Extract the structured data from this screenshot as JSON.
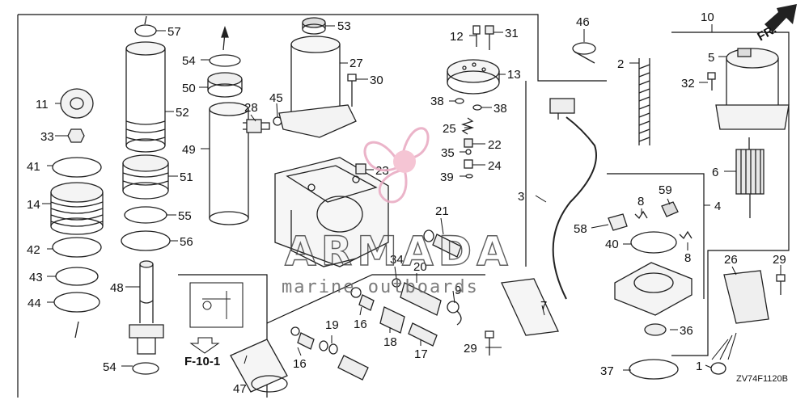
{
  "diagram": {
    "code": "ZV74F1120B",
    "direction_label": "FR.",
    "reference": "F-10-1"
  },
  "watermark": {
    "brand": "ARMADA",
    "sub": "marine outboards"
  },
  "callouts": {
    "c1": "1",
    "c2": "2",
    "c3": "3",
    "c4": "4",
    "c5": "5",
    "c6": "6",
    "c7": "7",
    "c8a": "8",
    "c8b": "8",
    "c9": "9",
    "c10": "10",
    "c11": "11",
    "c12": "12",
    "c13": "13",
    "c14": "14",
    "c16a": "16",
    "c16b": "16",
    "c17": "17",
    "c18": "18",
    "c19": "19",
    "c20": "20",
    "c21": "21",
    "c22": "22",
    "c23": "23",
    "c24": "24",
    "c25": "25",
    "c26": "26",
    "c27": "27",
    "c28": "28",
    "c29a": "29",
    "c29b": "29",
    "c30": "30",
    "c31": "31",
    "c32": "32",
    "c33": "33",
    "c34": "34",
    "c35": "35",
    "c36": "36",
    "c37": "37",
    "c38a": "38",
    "c38b": "38",
    "c39": "39",
    "c40": "40",
    "c41": "41",
    "c42": "42",
    "c43": "43",
    "c44": "44",
    "c45": "45",
    "c46": "46",
    "c47": "47",
    "c48": "48",
    "c49": "49",
    "c50": "50",
    "c51": "51",
    "c52": "52",
    "c53": "53",
    "c54a": "54",
    "c54b": "54",
    "c55": "55",
    "c56": "56",
    "c57": "57",
    "c58": "58",
    "c59": "59"
  }
}
